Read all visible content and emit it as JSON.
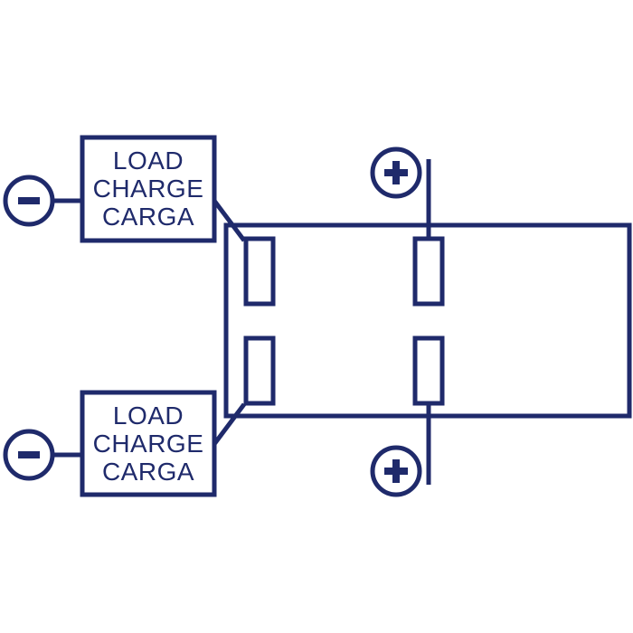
{
  "colors": {
    "line": "#1f2a6b",
    "background": "#ffffff"
  },
  "load_box_top": {
    "lines": [
      "LOAD",
      "CHARGE",
      "CARGA"
    ]
  },
  "load_box_bottom": {
    "lines": [
      "LOAD",
      "CHARGE",
      "CARGA"
    ]
  },
  "terminals": {
    "negative_symbol": "−",
    "positive_symbol": "+"
  },
  "icons": {
    "negative_terminal": "minus-circle-icon",
    "positive_terminal": "plus-circle-icon"
  }
}
